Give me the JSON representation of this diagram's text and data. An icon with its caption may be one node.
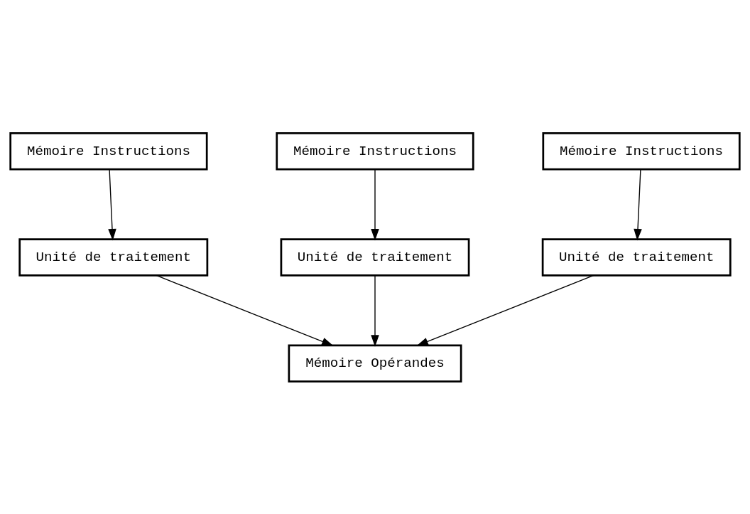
{
  "diagram": {
    "nodes": [
      {
        "text": [
          "Mémoire Instructions"
        ]
      },
      {
        "text": [
          "Mémoire Instructions"
        ]
      },
      {
        "text": [
          "Mémoire Instructions"
        ]
      },
      {
        "text": [
          "Unité de traitement"
        ]
      },
      {
        "text": [
          "Unité de traitement"
        ]
      },
      {
        "text": [
          "Unité de traitement"
        ]
      },
      {
        "text": [
          "Mémoire Opérandes"
        ]
      }
    ],
    "edges": [
      {
        "from": 0,
        "to": 3,
        "arrow": "to"
      },
      {
        "from": 1,
        "to": 4,
        "arrow": "to"
      },
      {
        "from": 2,
        "to": 5,
        "arrow": "to"
      },
      {
        "from": 3,
        "to": 6,
        "arrow": "to"
      },
      {
        "from": 4,
        "to": 6,
        "arrow": "to"
      },
      {
        "from": 5,
        "to": 6,
        "arrow": "to"
      }
    ]
  }
}
